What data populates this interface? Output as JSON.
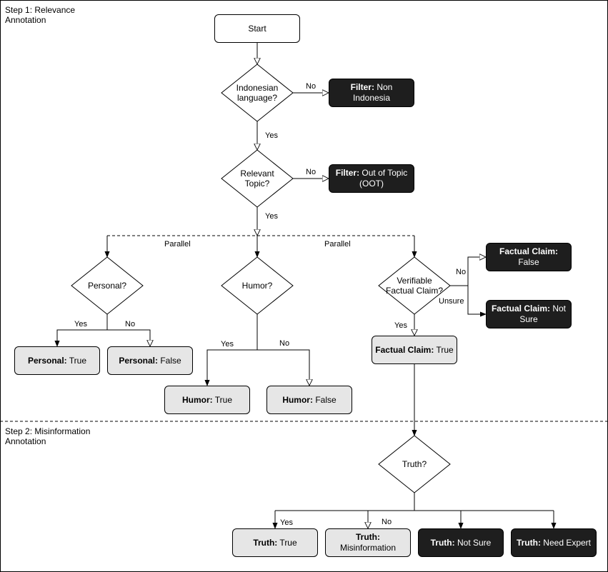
{
  "steps": {
    "step1": "Step 1: Relevance\nAnnotation",
    "step2": "Step 2: Misinformation\nAnnotation"
  },
  "nodes": {
    "start": "Start",
    "indonesian": "Indonesian\nlanguage?",
    "relevant": "Relevant\nTopic?",
    "personal_q": "Personal?",
    "humor_q": "Humor?",
    "verifiable_q": "Verifiable\nFactual Claim?",
    "truth_q": "Truth?",
    "filter_non_indonesia": {
      "bold": "Filter:",
      "rest": " Non Indonesia"
    },
    "filter_oot": {
      "bold": "Filter:",
      "rest": " Out of Topic (OOT)"
    },
    "factual_false": {
      "bold": "Factual Claim:",
      "rest": " False"
    },
    "factual_not_sure": {
      "bold": "Factual Claim:",
      "rest": " Not Sure"
    },
    "factual_true": {
      "bold": "Factual Claim:",
      "rest": " True"
    },
    "personal_true": {
      "bold": "Personal:",
      "rest": " True"
    },
    "personal_false": {
      "bold": "Personal:",
      "rest": " False"
    },
    "humor_true": {
      "bold": "Humor:",
      "rest": " True"
    },
    "humor_false": {
      "bold": "Humor:",
      "rest": " False"
    },
    "truth_true": {
      "bold": "Truth:",
      "rest": " True"
    },
    "truth_misinformation": {
      "bold": "Truth:",
      "rest": " Misinformation"
    },
    "truth_not_sure": {
      "bold": "Truth:",
      "rest": " Not Sure"
    },
    "truth_need_expert": {
      "bold": "Truth:",
      "rest": " Need Expert"
    }
  },
  "edge_labels": {
    "no1": "No",
    "yes1": "Yes",
    "no2": "No",
    "yes2": "Yes",
    "parallel_left": "Parallel",
    "parallel_right": "Parallel",
    "personal_yes": "Yes",
    "personal_no": "No",
    "humor_yes": "Yes",
    "humor_no": "No",
    "verif_no": "No",
    "verif_unsure": "Unsure",
    "verif_yes": "Yes",
    "truth_yes": "Yes",
    "truth_no": "No"
  },
  "colors": {
    "dark_box": "#1e1e1e",
    "grey_box": "#e6e6e6",
    "white_box": "#ffffff"
  }
}
